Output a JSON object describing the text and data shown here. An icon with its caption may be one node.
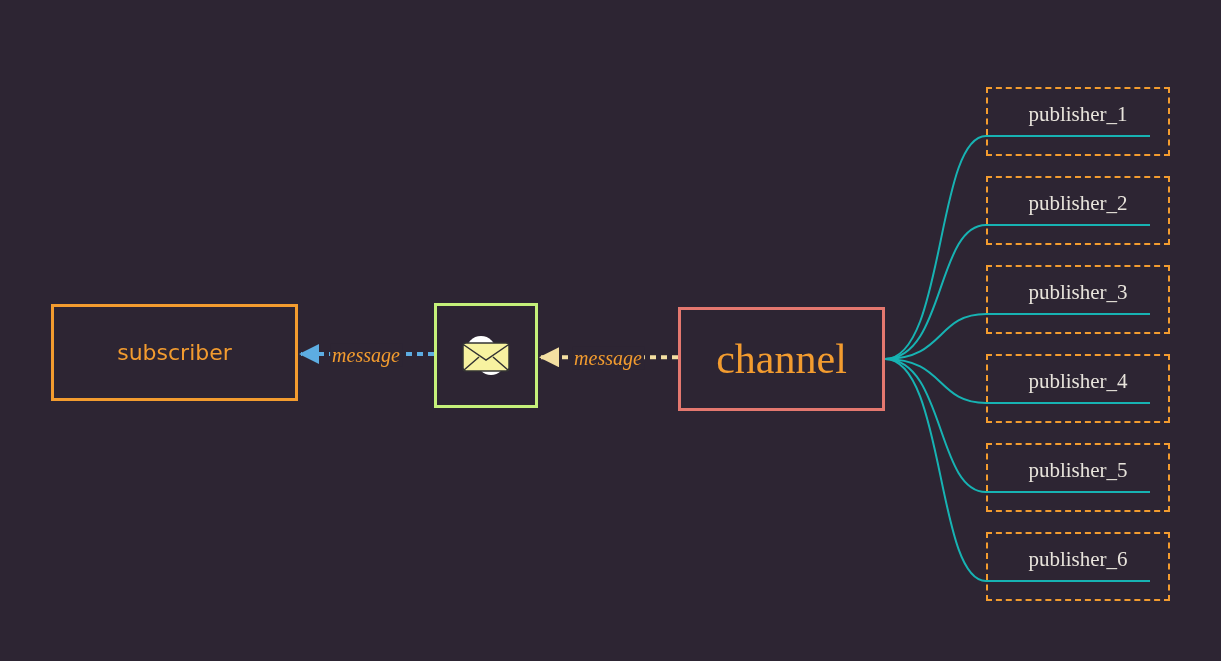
{
  "diagram": {
    "nodes": [
      {
        "text": [
          "subscriber"
        ]
      },
      {
        "text": [],
        "shape": "box"
      },
      {
        "text": [
          "channel"
        ]
      },
      {
        "text": [
          "publisher_1"
        ]
      },
      {
        "text": [
          "publisher_2"
        ]
      },
      {
        "text": [
          "publisher_3"
        ]
      },
      {
        "text": [
          "publisher_4"
        ]
      },
      {
        "text": [
          "publisher_5"
        ]
      },
      {
        "text": [
          "publisher_6"
        ]
      }
    ],
    "edges": [
      {
        "from": 1,
        "to": 0,
        "arrow": "to",
        "label": "message",
        "style": "dashed",
        "color": "#5dade2"
      },
      {
        "from": 2,
        "to": 1,
        "arrow": "to",
        "label": "message",
        "style": "dashed",
        "color": "#f3dfa2"
      },
      {
        "from": 2,
        "to": 3,
        "arrow": "none"
      },
      {
        "from": 2,
        "to": 4,
        "arrow": "none"
      },
      {
        "from": 2,
        "to": 5,
        "arrow": "none"
      },
      {
        "from": 2,
        "to": 6,
        "arrow": "none"
      },
      {
        "from": 2,
        "to": 7,
        "arrow": "none"
      },
      {
        "from": 2,
        "to": 8,
        "arrow": "none"
      }
    ]
  }
}
